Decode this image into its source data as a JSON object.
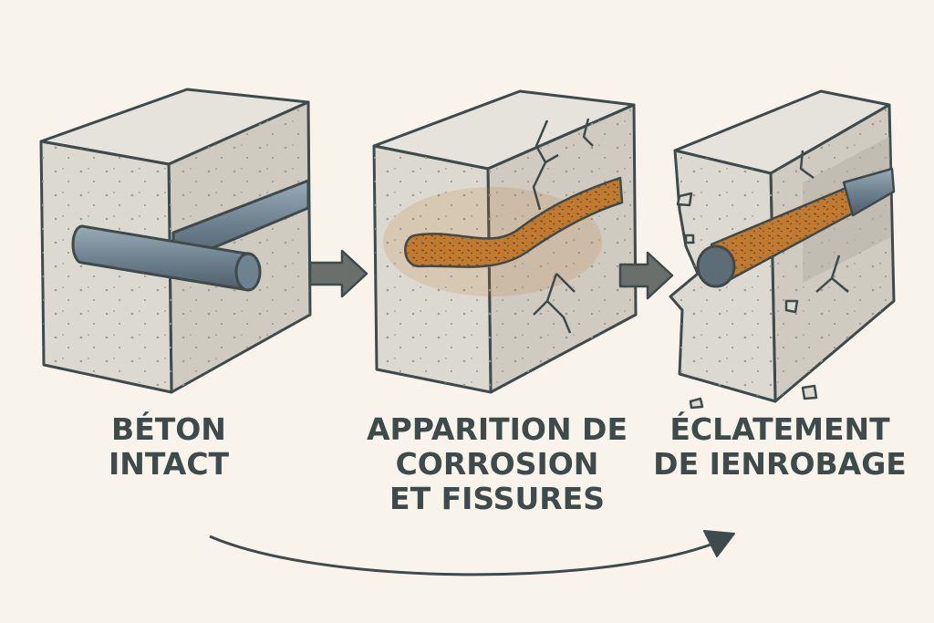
{
  "stages": [
    {
      "lines": [
        "BÉTON",
        "INTACT"
      ]
    },
    {
      "lines": [
        "APPARITION DE",
        "CORROSION",
        "ET FISSURES"
      ]
    },
    {
      "lines": [
        "ÉCLATEMENT",
        "DE IENROBAGE"
      ]
    }
  ],
  "colors": {
    "background": "#f8f4ec",
    "concrete_front": "#dcd9d0",
    "concrete_side": "#cfcbc1",
    "concrete_top": "#e6e3dc",
    "outline": "#3f4a4a",
    "steel": "#6f8290",
    "rust": "#c07a30",
    "text": "#3f4a4a"
  }
}
